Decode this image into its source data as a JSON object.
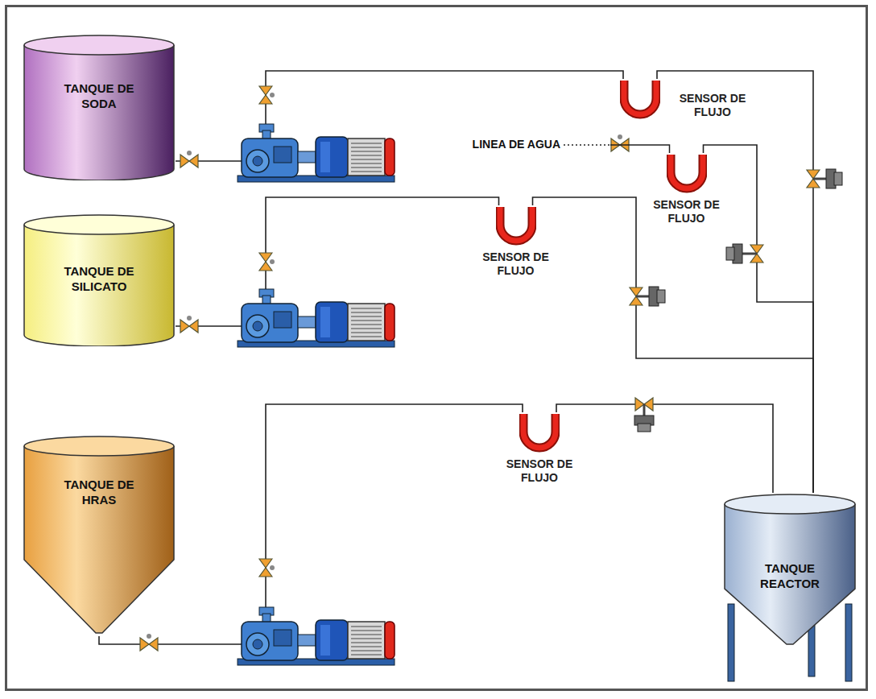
{
  "diagram": {
    "nodes": [
      {
        "text": [
          "TANQUE DE SODA"
        ]
      },
      {
        "text": [
          "SENSOR DE FLUJO"
        ]
      },
      {
        "text": [
          "SENSOR DE FLUJO"
        ]
      },
      {
        "text": [
          "TANQUE DE SILICATO"
        ]
      },
      {
        "text": [
          "SENSOR DE FLUJO"
        ]
      },
      {
        "text": [
          "TANQUE DE HRAS"
        ]
      },
      {
        "text": [
          "SENSOR DE FLUJO"
        ]
      },
      {
        "text": [
          "TANQUE REACTOR"
        ]
      }
    ],
    "edges": [
      {
        "from": 0,
        "to": 1,
        "arrow": "none"
      },
      {
        "from": 1,
        "to": 7,
        "arrow": "none"
      },
      {
        "from": 3,
        "to": 4,
        "arrow": "none"
      },
      {
        "from": 4,
        "to": 7,
        "arrow": "none"
      },
      {
        "from": 2,
        "to": 7,
        "arrow": "none"
      },
      {
        "from": 5,
        "to": 6,
        "arrow": "none"
      },
      {
        "from": 6,
        "to": 7,
        "arrow": "none"
      }
    ],
    "labels": [
      "LINEA DE AGUA"
    ]
  }
}
